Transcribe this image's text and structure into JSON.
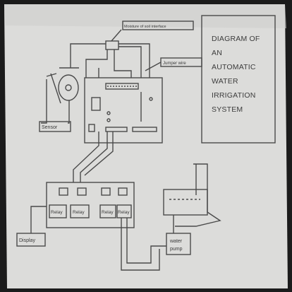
{
  "diagram": {
    "title_lines": [
      "DIAGRAM OF",
      "AN",
      "AUTOMATIC",
      "WATER",
      "IRRIGATION",
      "SYSTEM"
    ],
    "labels": {
      "moisture_sensor": "Moisture of soil interface",
      "jumper_wire": "Jumper wire",
      "sensor": "Sensor",
      "relay_1": "Relay",
      "relay_2": "Relay",
      "relay_3": "Relay",
      "relay_4": "Relay",
      "display": "Display",
      "water_pump": [
        "water",
        "pump"
      ]
    }
  }
}
